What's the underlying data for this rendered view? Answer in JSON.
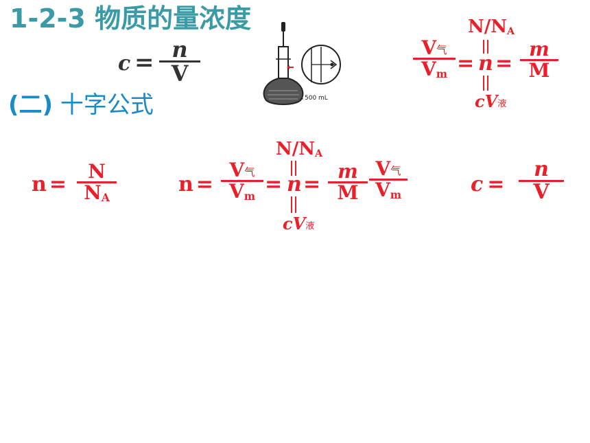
{
  "title": "1-2-3 物质的量浓度",
  "subtitle": {
    "paren": "(二)",
    "text": "十字公式"
  },
  "top_formula": {
    "lhs": "c",
    "eq": "=",
    "num": "n",
    "den": "V"
  },
  "flask": {
    "volume_label": "500 mL"
  },
  "cross_top": {
    "top": "N/N",
    "top_sub": "A",
    "left_num": "V",
    "left_num_zh": "气",
    "left_den": "V",
    "left_den_sub": "m",
    "center": "n",
    "eq": "=",
    "right_num": "m",
    "right_den": "M",
    "bottom": "cV",
    "bottom_zh": "液"
  },
  "f1": {
    "lhs": "n",
    "eq": "=",
    "num": "N",
    "den": "N",
    "den_sub": "A"
  },
  "f2": {
    "lhs": "n",
    "eq": "=",
    "top": "N/N",
    "top_sub": "A",
    "a_num": "V",
    "a_num_zh": "气",
    "a_den": "V",
    "a_den_sub": "m",
    "center": "n",
    "b_num": "m",
    "b_den": "M",
    "c_num": "V",
    "c_num_zh": "气",
    "c_den": "V",
    "c_den_sub": "m",
    "bottom": "cV",
    "bottom_zh": "液"
  },
  "f3": {
    "lhs": "c",
    "eq": "=",
    "num": "n",
    "den": "V"
  }
}
